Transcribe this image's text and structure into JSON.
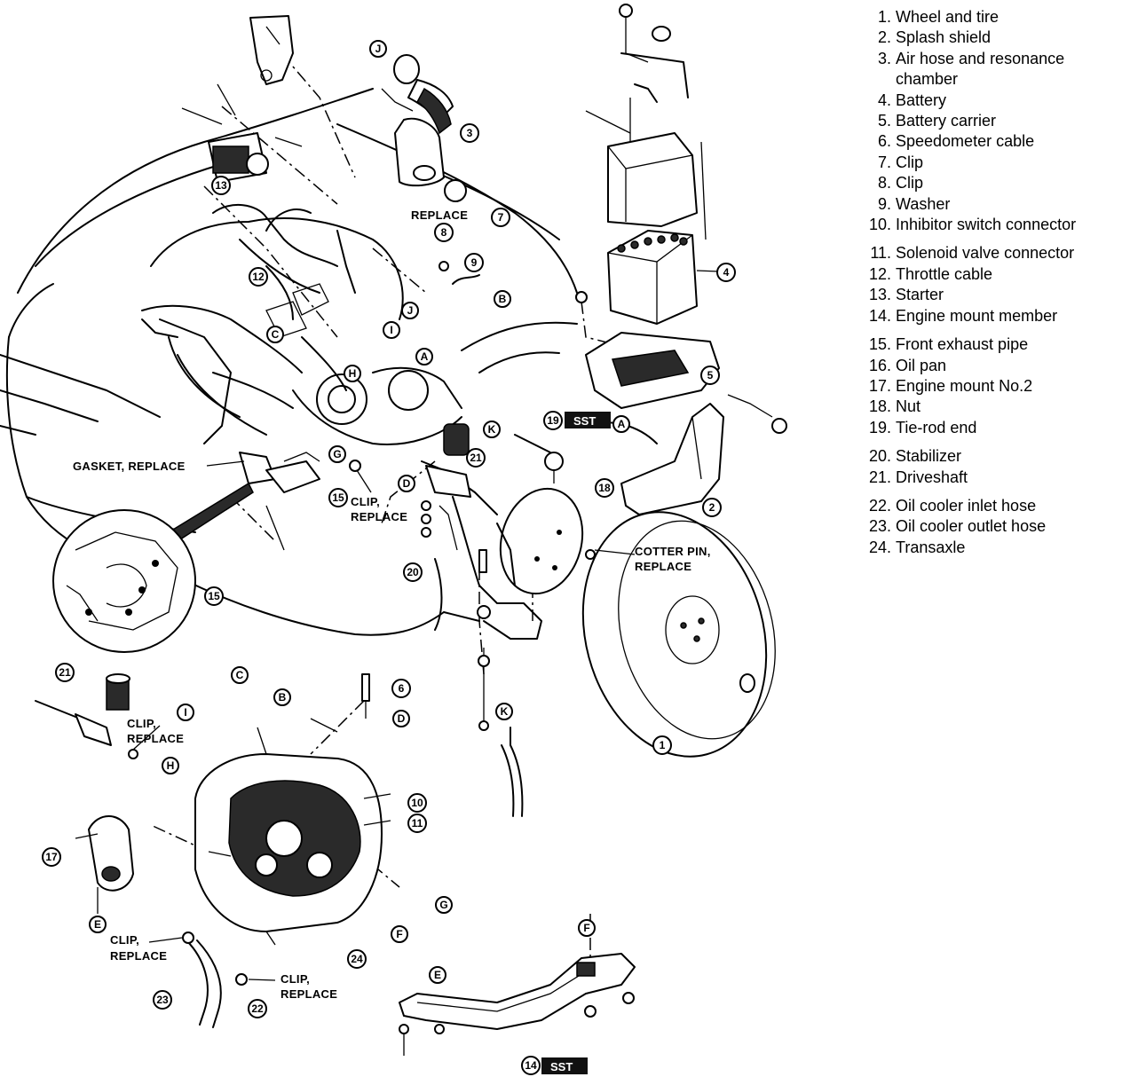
{
  "callouts": {
    "c1": "1",
    "c2": "2",
    "c3": "3",
    "c4": "4",
    "c5": "5",
    "c6": "6",
    "c7": "7",
    "c8": "8",
    "c9": "9",
    "c10": "10",
    "c11": "11",
    "c12": "12",
    "c13": "13",
    "c14": "14",
    "c15": "15",
    "c15b": "15",
    "c17": "17",
    "c18": "18",
    "c19": "19",
    "c20": "20",
    "c21": "21",
    "c21b": "21",
    "c22": "22",
    "c23": "23",
    "c24": "24",
    "A1": "A",
    "A2": "A",
    "B1": "B",
    "B2": "B",
    "C1": "C",
    "C2": "C",
    "D1": "D",
    "D2": "D",
    "E1": "E",
    "E2": "E",
    "F1": "F",
    "F2": "F",
    "G1": "G",
    "G2": "G",
    "H1": "H",
    "H2": "H",
    "I1": "I",
    "I2": "I",
    "J1": "J",
    "J2": "J",
    "K1": "K",
    "K2": "K"
  },
  "labels": {
    "replace_top": "REPLACE",
    "gasket_replace": "GASKET, REPLACE",
    "clip_replace_mid_1": "CLIP,",
    "clip_replace_mid_2": "REPLACE",
    "cotter_pin_1": "COTTER PIN,",
    "cotter_pin_2": "REPLACE",
    "clip_replace_drive_1": "CLIP,",
    "clip_replace_drive_2": "REPLACE",
    "clip_replace_low_1": "CLIP,",
    "clip_replace_low_2": "REPLACE",
    "clip_replace_hose_1": "CLIP,",
    "clip_replace_hose_2": "REPLACE",
    "sst": "SST"
  },
  "legend": [
    [
      {
        "num": "1.",
        "text": "Wheel and tire"
      },
      {
        "num": "2.",
        "text": "Splash shield"
      },
      {
        "num": "3.",
        "text": "Air hose and resonance"
      },
      {
        "num": "",
        "text": "chamber"
      },
      {
        "num": "4.",
        "text": "Battery"
      },
      {
        "num": "5.",
        "text": "Battery carrier"
      },
      {
        "num": "6.",
        "text": "Speedometer cable"
      },
      {
        "num": "7.",
        "text": "Clip"
      },
      {
        "num": "8.",
        "text": "Clip"
      },
      {
        "num": "9.",
        "text": "Washer"
      },
      {
        "num": "10.",
        "text": "Inhibitor switch connector"
      }
    ],
    [
      {
        "num": "11.",
        "text": "Solenoid valve connector"
      },
      {
        "num": "12.",
        "text": "Throttle cable"
      },
      {
        "num": "13.",
        "text": "Starter"
      },
      {
        "num": "14.",
        "text": "Engine mount member"
      }
    ],
    [
      {
        "num": "15.",
        "text": "Front exhaust pipe"
      },
      {
        "num": "16.",
        "text": "Oil pan"
      },
      {
        "num": "17.",
        "text": "Engine mount No.2"
      },
      {
        "num": "18.",
        "text": "Nut"
      },
      {
        "num": "19.",
        "text": "Tie-rod end"
      }
    ],
    [
      {
        "num": "20.",
        "text": "Stabilizer"
      },
      {
        "num": "21.",
        "text": "Driveshaft"
      }
    ],
    [
      {
        "num": "22.",
        "text": "Oil cooler inlet hose"
      },
      {
        "num": "23.",
        "text": "Oil cooler outlet hose"
      },
      {
        "num": "24.",
        "text": "Transaxle"
      }
    ]
  ]
}
